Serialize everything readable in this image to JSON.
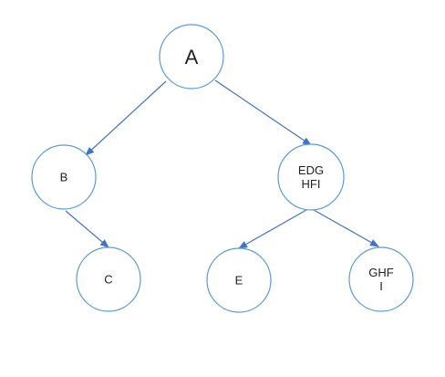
{
  "diagram": {
    "nodes": [
      {
        "id": "A",
        "lines": [
          "A"
        ]
      },
      {
        "id": "B",
        "lines": [
          "B"
        ]
      },
      {
        "id": "C",
        "lines": [
          "C"
        ]
      },
      {
        "id": "EDGHFI",
        "lines": [
          "EDG",
          "HFI"
        ]
      },
      {
        "id": "E",
        "lines": [
          "E"
        ]
      },
      {
        "id": "GHFI",
        "lines": [
          "GHF",
          "I"
        ]
      }
    ],
    "edges": [
      {
        "from": "A",
        "to": "B"
      },
      {
        "from": "A",
        "to": "EDGHFI"
      },
      {
        "from": "B",
        "to": "C"
      },
      {
        "from": "EDGHFI",
        "to": "E"
      },
      {
        "from": "EDGHFI",
        "to": "GHFI"
      }
    ],
    "colors": {
      "node_stroke": "#5b9bd5",
      "edge": "#4472c4",
      "text": "#222222"
    }
  }
}
